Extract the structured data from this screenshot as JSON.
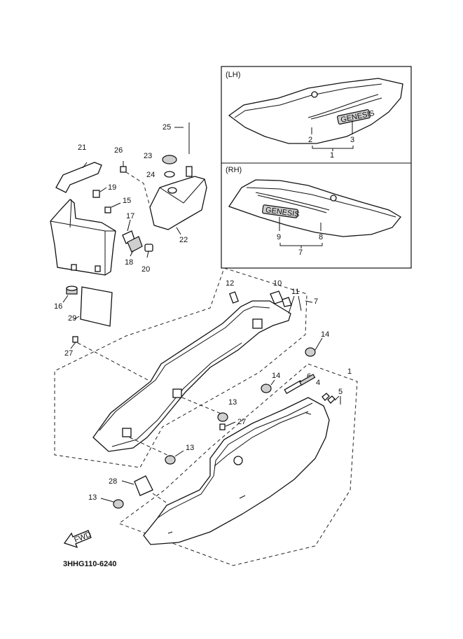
{
  "inset": {
    "lh_label": "(LH)",
    "rh_label": "(RH)",
    "lh_callouts": [
      "2",
      "3",
      "1"
    ],
    "rh_callouts": [
      "9",
      "8",
      "7"
    ],
    "emblem_text": "GENESIS"
  },
  "callouts": {
    "n1": "1",
    "n4": "4",
    "n5": "5",
    "n6": "6",
    "n7": "7",
    "n10": "10",
    "n11": "11",
    "n12": "12",
    "n13a": "13",
    "n13b": "13",
    "n13c": "13",
    "n14a": "14",
    "n14b": "14",
    "n15": "15",
    "n16": "16",
    "n17": "17",
    "n18": "18",
    "n19": "19",
    "n20": "20",
    "n21": "21",
    "n22": "22",
    "n23": "23",
    "n24": "24",
    "n25": "25",
    "n26": "26",
    "n27a": "27",
    "n27b": "27",
    "n28": "28",
    "n29": "29"
  },
  "fwd_label": "FWD",
  "diagram_code": "3HHG110-6240"
}
